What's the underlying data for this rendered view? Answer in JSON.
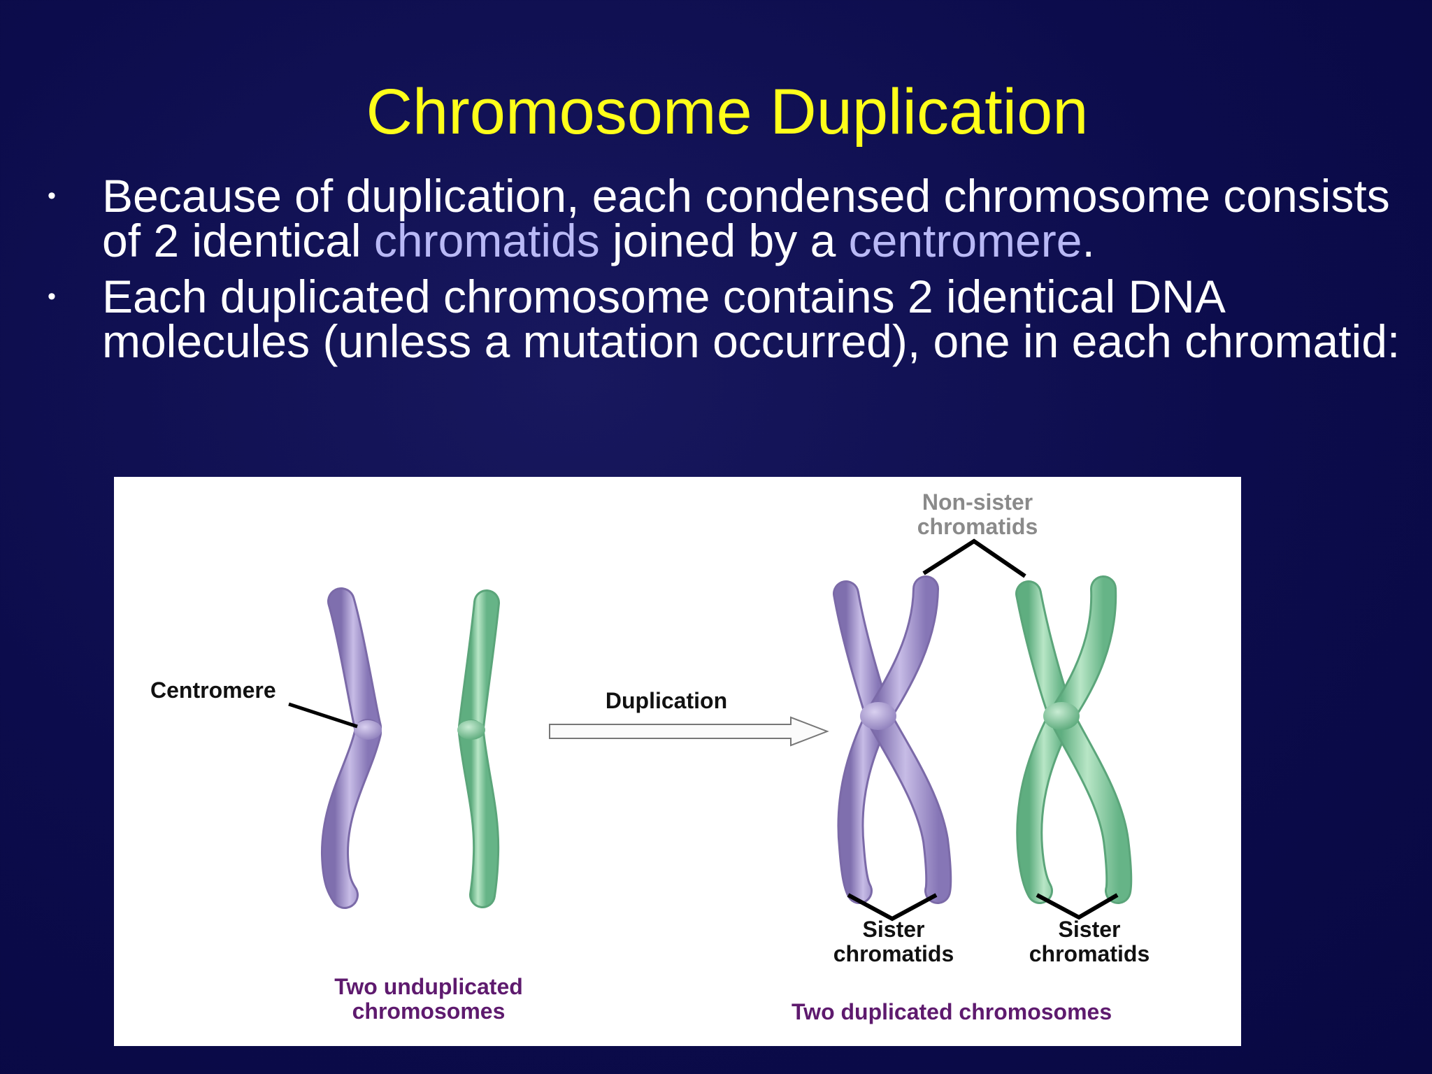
{
  "slide": {
    "title": "Chromosome Duplication",
    "bullets": [
      {
        "parts": [
          "Because of duplication, each condensed chromosome consists of 2 identical ",
          "chromatids",
          " joined by a ",
          "centromere",
          "."
        ]
      },
      {
        "text": "Each duplicated chromosome contains 2 identical DNA molecules (unless a mutation occurred), one in each chromatid:"
      }
    ]
  },
  "diagram": {
    "labels": {
      "centromere": "Centromere",
      "duplication": "Duplication",
      "non_sister": "Non-sister chromatids",
      "sister_left": "Sister chromatids",
      "sister_right": "Sister chromatids",
      "two_unduplicated": "Two unduplicated chromosomes",
      "two_duplicated": "Two duplicated chromosomes"
    },
    "colors": {
      "purple_chromosome": "#a898cc",
      "green_chromosome": "#8fcfa4",
      "label_purple": "#5e1a6e",
      "label_gray": "#8a8a8a"
    }
  }
}
